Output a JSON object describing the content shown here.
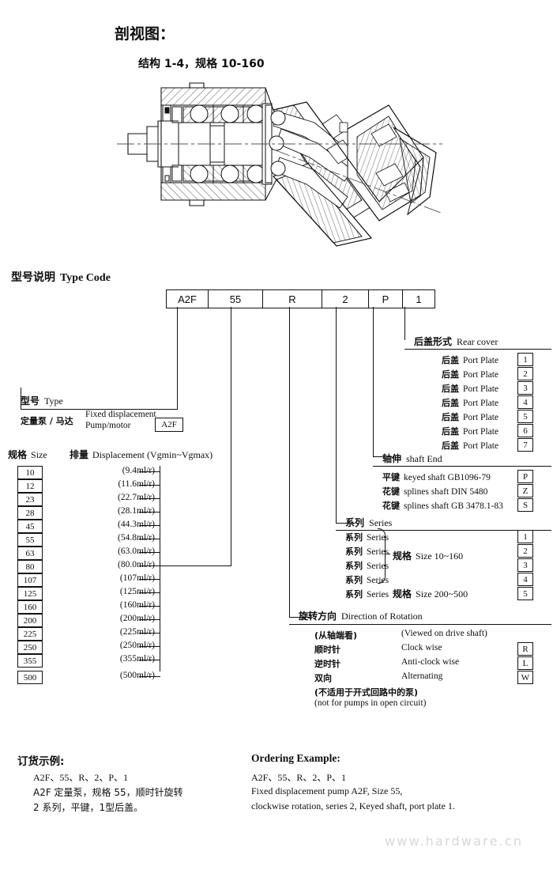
{
  "header": {
    "title": "剖视图：",
    "subtitle": "结构 1-4，规格 10-160"
  },
  "drawing": {
    "name": "bent-axis-piston-pump-cross-section"
  },
  "type_code": {
    "heading_cn": "型号说明",
    "heading_en": "Type Code",
    "cells": [
      {
        "value": "A2F",
        "width": 52
      },
      {
        "value": "55",
        "width": 68
      },
      {
        "value": "R",
        "width": 74
      },
      {
        "value": "2",
        "width": 58
      },
      {
        "value": "P",
        "width": 42
      },
      {
        "value": "1",
        "width": 40
      }
    ]
  },
  "type_section": {
    "header_cn": "型号",
    "header_en": "Type",
    "row_cn": "定量泵 / 马达",
    "row_en_line1": "Fixed displacement",
    "row_en_line2": "Pump/motor",
    "code": "A2F"
  },
  "size_column": {
    "header_cn": "规格",
    "header_en": "Size",
    "values": [
      "10",
      "12",
      "23",
      "28",
      "45",
      "55",
      "63",
      "80",
      "107",
      "125",
      "160",
      "200",
      "225",
      "250",
      "355",
      "500"
    ]
  },
  "displacement_column": {
    "header_cn": "排量",
    "header_en": "Displacement (Vgmin~Vgmax)",
    "values": [
      "(9.4ml/r)",
      "(11.6ml/r)",
      "(22.7ml/r)",
      "(28.1ml/r)",
      "(44.3ml/r)",
      "(54.8ml/r)",
      "(63.0ml/r)",
      "(80.0ml/r)",
      "(107ml/r)",
      "(125mi/r)",
      "(160ml/r)",
      "(200ml/r)",
      "(225ml/r)",
      "(250ml/r)",
      "(355ml/r)",
      "(500ml/r)"
    ]
  },
  "rear_cover": {
    "header_cn": "后盖形式",
    "header_en": "Rear cover",
    "rows": [
      {
        "cn": "后盖",
        "en": "Port Plate",
        "code": "1"
      },
      {
        "cn": "后盖",
        "en": "Port Plate",
        "code": "2"
      },
      {
        "cn": "后盖",
        "en": "Port Plate",
        "code": "3"
      },
      {
        "cn": "后盖",
        "en": "Port Plate",
        "code": "4"
      },
      {
        "cn": "后盖",
        "en": "Port Plate",
        "code": "5"
      },
      {
        "cn": "后盖",
        "en": "Port Plate",
        "code": "6"
      },
      {
        "cn": "后盖",
        "en": "Port Plate",
        "code": "7"
      }
    ]
  },
  "shaft_end": {
    "header_cn": "轴伸",
    "header_en": "shaft End",
    "rows": [
      {
        "cn": "平键",
        "en": "keyed shaft GB1096-79",
        "code": "P"
      },
      {
        "cn": "花键",
        "en": "splines shaft DIN 5480",
        "code": "Z"
      },
      {
        "cn": "花键",
        "en": "splines shaft GB 3478.1-83",
        "code": "S"
      }
    ]
  },
  "series": {
    "header_cn": "系列",
    "header_en": "Series",
    "rows": [
      {
        "cn": "系列",
        "en": "Series",
        "code": "1"
      },
      {
        "cn": "系列",
        "en": "Series",
        "code": "2"
      },
      {
        "cn": "系列",
        "en": "Series",
        "code": "3"
      },
      {
        "cn": "系列",
        "en": "Series",
        "code": "4"
      },
      {
        "cn": "系列",
        "en": "Series",
        "code": "5"
      }
    ],
    "group_1_4_cn": "规格",
    "group_1_4_en": "Size 10~160",
    "group_5_cn": "规格",
    "group_5_en": "Size 200~500"
  },
  "rotation": {
    "header_cn": "旋转方向",
    "header_en": "Direction of Rotation",
    "note_top_cn": "(从轴端看)",
    "note_top_en": "(Viewed on drive shaft)",
    "rows": [
      {
        "cn": "顺时针",
        "en": "Clock wise",
        "code": "R"
      },
      {
        "cn": "逆时针",
        "en": "Anti-clock wise",
        "code": "L"
      },
      {
        "cn": "双向",
        "en": "Alternating",
        "code": "W"
      }
    ],
    "note_bottom_cn": "(不适用于开式回路中的泵)",
    "note_bottom_en": "(not for pumps in open circuit)"
  },
  "ordering_cn": {
    "heading": "订货示例:",
    "line1": "A2F、55、R、2、P、1",
    "line2": "A2F 定量泵，规格 55，顺时针旋转",
    "line3": "2 系列，平键，1型后盖。"
  },
  "ordering_en": {
    "heading": "Ordering Example:",
    "line1": "A2F、55、R、2、P、1",
    "line2": "Fixed displacement pump A2F, Size 55,",
    "line3": "clockwise rotation, series 2, Keyed shaft, port plate 1."
  },
  "watermark": {
    "text": "www.hardware.cn"
  },
  "colors": {
    "ink": "#0d0d0d",
    "line": "#111111",
    "watermark": "#d7d7d7"
  }
}
